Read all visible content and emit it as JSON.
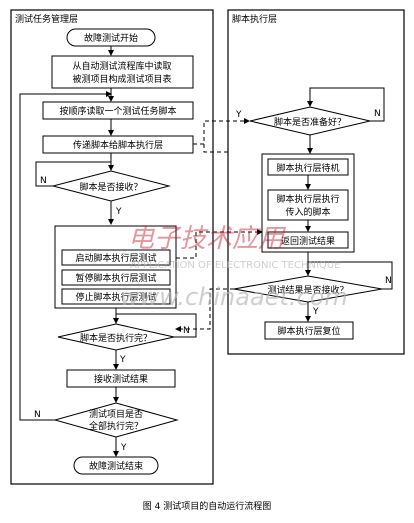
{
  "lanes": {
    "left_title": "测试任务管理层",
    "right_title": "脚本执行层"
  },
  "left": {
    "start": "故障测试开始",
    "read_table_1": "从自动测试流程库中读取",
    "read_table_2": "被测项目构成测试项目表",
    "read_script": "按顺序读取一个测试任务脚本",
    "pass_script": "传递脚本给脚本执行层",
    "accepted_q": "脚本是否接收？",
    "start_exec": "启动脚本执行层测试",
    "pause_exec": "暂停脚本执行层测试",
    "stop_exec": "停止脚本执行层测试",
    "done_q": "脚本是否执行完？",
    "receive_result": "接收测试结果",
    "all_done_q_1": "测试项目是否",
    "all_done_q_2": "全部执行完？",
    "end": "故障测试结束"
  },
  "right": {
    "ready_q": "脚本是否准备好？",
    "standby": "脚本执行层待机",
    "exec_1": "脚本执行层执行",
    "exec_2": "传入的脚本",
    "return_result": "返回测试结果",
    "result_q": "测试结果是否接收？",
    "reset": "脚本执行层复位"
  },
  "branch_labels": {
    "yes": "Y",
    "no": "N"
  },
  "watermark": {
    "title": "电子技术应用",
    "subtitle": "APPLICATION OF ELECTRONIC TECHNIQUE",
    "url": "www.chinaaet.com"
  },
  "caption": "图 4  测试项目的自动运行流程图"
}
